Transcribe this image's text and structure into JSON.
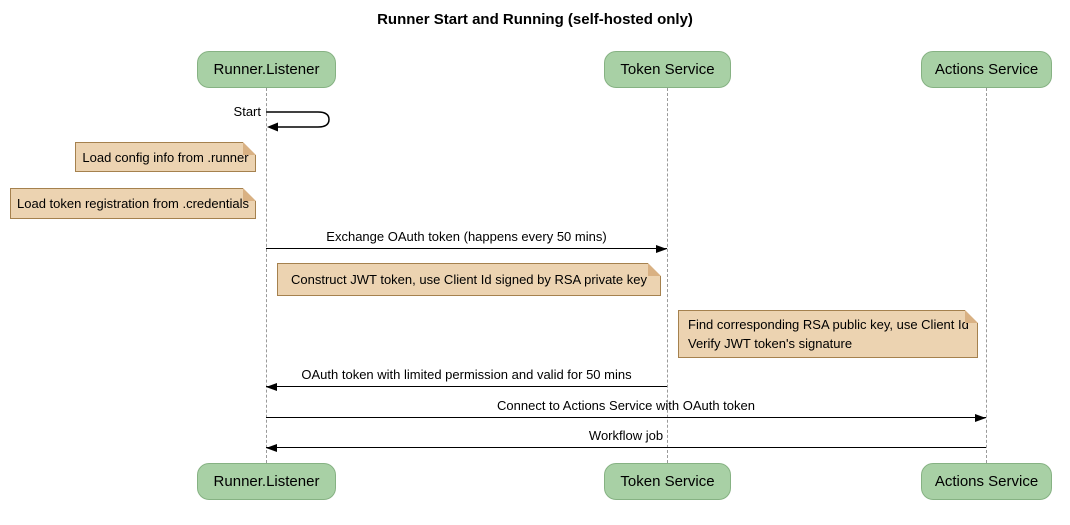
{
  "title": "Runner Start and Running (self-hosted only)",
  "colors": {
    "background": "#ffffff",
    "actor_fill": "#a8d0a5",
    "actor_border": "#86b283",
    "note_fill": "#ecd3b1",
    "note_border": "#a5814e",
    "note_fold": "#d9b183",
    "lifeline": "#9a9a9a",
    "arrow": "#000000"
  },
  "actors": [
    {
      "label": "Runner.Listener"
    },
    {
      "label": "Token Service"
    },
    {
      "label": "Actions Service"
    }
  ],
  "messages": [
    {
      "label": "Start",
      "from": "Runner.Listener",
      "to": "Runner.Listener",
      "type": "self"
    },
    {
      "label": "Exchange OAuth token (happens every 50 mins)",
      "from": "Runner.Listener",
      "to": "Token Service"
    },
    {
      "label": "OAuth token with limited permission and valid for 50 mins",
      "from": "Token Service",
      "to": "Runner.Listener"
    },
    {
      "label": "Connect to Actions Service with OAuth token",
      "from": "Runner.Listener",
      "to": "Actions Service"
    },
    {
      "label": "Workflow job",
      "from": "Actions Service",
      "to": "Runner.Listener"
    }
  ],
  "notes": [
    {
      "text": "Load config info from .runner"
    },
    {
      "text": "Load token registration from .credentials"
    },
    {
      "text": "Construct JWT token, use Client Id signed by RSA private key"
    },
    {
      "lines": [
        "Find corresponding RSA public key, use Client Id",
        "Verify JWT token's signature"
      ]
    }
  ]
}
